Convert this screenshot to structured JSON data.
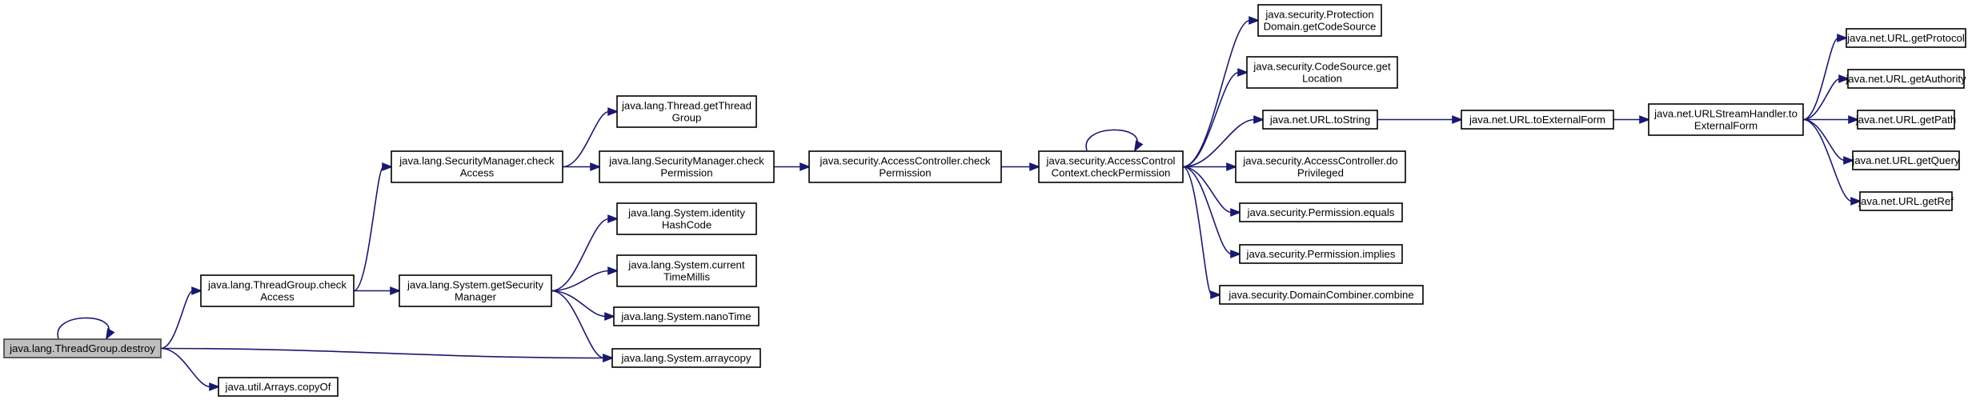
{
  "graph": {
    "colors": {
      "edge": "#191970",
      "node_border": "#000000",
      "root_fill": "#bfbfbf",
      "background": "#ffffff"
    },
    "nodes": [
      {
        "id": "n0",
        "lines": [
          "java.lang.ThreadGroup.destroy"
        ],
        "root": true
      },
      {
        "id": "n1",
        "lines": [
          "java.lang.ThreadGroup.check",
          "Access"
        ]
      },
      {
        "id": "n2",
        "lines": [
          "java.util.Arrays.copyOf"
        ]
      },
      {
        "id": "n3",
        "lines": [
          "java.lang.SecurityManager.check",
          "Access"
        ]
      },
      {
        "id": "n4",
        "lines": [
          "java.lang.System.getSecurity",
          "Manager"
        ]
      },
      {
        "id": "n5",
        "lines": [
          "java.lang.Thread.getThread",
          "Group"
        ]
      },
      {
        "id": "n6",
        "lines": [
          "java.lang.SecurityManager.check",
          "Permission"
        ]
      },
      {
        "id": "n7",
        "lines": [
          "java.lang.System.identity",
          "HashCode"
        ]
      },
      {
        "id": "n8",
        "lines": [
          "java.lang.System.current",
          "TimeMillis"
        ]
      },
      {
        "id": "n9",
        "lines": [
          "java.lang.System.nanoTime"
        ]
      },
      {
        "id": "n10",
        "lines": [
          "java.lang.System.arraycopy"
        ]
      },
      {
        "id": "n11",
        "lines": [
          "java.security.AccessController.check",
          "Permission"
        ]
      },
      {
        "id": "n12",
        "lines": [
          "java.security.AccessControl",
          "Context.checkPermission"
        ]
      },
      {
        "id": "n13",
        "lines": [
          "java.security.Protection",
          "Domain.getCodeSource"
        ]
      },
      {
        "id": "n14",
        "lines": [
          "java.security.CodeSource.get",
          "Location"
        ]
      },
      {
        "id": "n15",
        "lines": [
          "java.net.URL.toString"
        ]
      },
      {
        "id": "n16",
        "lines": [
          "java.security.AccessController.do",
          "Privileged"
        ]
      },
      {
        "id": "n17",
        "lines": [
          "java.security.Permission.equals"
        ]
      },
      {
        "id": "n18",
        "lines": [
          "java.security.Permission.implies"
        ]
      },
      {
        "id": "n19",
        "lines": [
          "java.security.DomainCombiner.combine"
        ]
      },
      {
        "id": "n20",
        "lines": [
          "java.net.URL.toExternalForm"
        ]
      },
      {
        "id": "n21",
        "lines": [
          "java.net.URLStreamHandler.to",
          "ExternalForm"
        ]
      },
      {
        "id": "n22",
        "lines": [
          "java.net.URL.getProtocol"
        ]
      },
      {
        "id": "n23",
        "lines": [
          "java.net.URL.getAuthority"
        ]
      },
      {
        "id": "n24",
        "lines": [
          "java.net.URL.getPath"
        ]
      },
      {
        "id": "n25",
        "lines": [
          "java.net.URL.getQuery"
        ]
      },
      {
        "id": "n26",
        "lines": [
          "java.net.URL.getRef"
        ]
      }
    ],
    "edges": [
      {
        "from": "n0",
        "to": "n0"
      },
      {
        "from": "n0",
        "to": "n1"
      },
      {
        "from": "n0",
        "to": "n2"
      },
      {
        "from": "n0",
        "to": "n10"
      },
      {
        "from": "n1",
        "to": "n3"
      },
      {
        "from": "n1",
        "to": "n4"
      },
      {
        "from": "n3",
        "to": "n5"
      },
      {
        "from": "n3",
        "to": "n6"
      },
      {
        "from": "n4",
        "to": "n7"
      },
      {
        "from": "n4",
        "to": "n8"
      },
      {
        "from": "n4",
        "to": "n9"
      },
      {
        "from": "n4",
        "to": "n10"
      },
      {
        "from": "n6",
        "to": "n11"
      },
      {
        "from": "n11",
        "to": "n12"
      },
      {
        "from": "n12",
        "to": "n12"
      },
      {
        "from": "n12",
        "to": "n13"
      },
      {
        "from": "n12",
        "to": "n14"
      },
      {
        "from": "n12",
        "to": "n15"
      },
      {
        "from": "n12",
        "to": "n16"
      },
      {
        "from": "n12",
        "to": "n17"
      },
      {
        "from": "n12",
        "to": "n18"
      },
      {
        "from": "n12",
        "to": "n19"
      },
      {
        "from": "n15",
        "to": "n20"
      },
      {
        "from": "n20",
        "to": "n21"
      },
      {
        "from": "n21",
        "to": "n22"
      },
      {
        "from": "n21",
        "to": "n23"
      },
      {
        "from": "n21",
        "to": "n24"
      },
      {
        "from": "n21",
        "to": "n25"
      },
      {
        "from": "n21",
        "to": "n26"
      }
    ]
  }
}
